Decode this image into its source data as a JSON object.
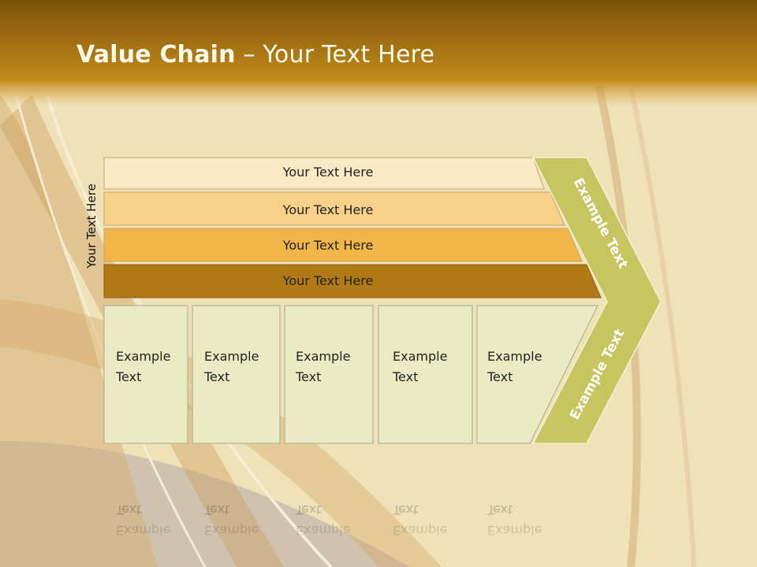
{
  "title": {
    "bold": "Value Chain",
    "rest": " – Your Text Here"
  },
  "vertical_label": "Your Text Here",
  "bars": [
    {
      "label": "Your Text Here",
      "color": "#fbe8c4"
    },
    {
      "label": "Your Text Here",
      "color": "#f7d08a"
    },
    {
      "label": "Your Text Here",
      "color": "#f0b648"
    },
    {
      "label": "Your Text Here",
      "color": "#b27a14"
    }
  ],
  "columns": [
    {
      "line1": "Example",
      "line2": "Text"
    },
    {
      "line1": "Example",
      "line2": "Text"
    },
    {
      "line1": "Example",
      "line2": "Text"
    },
    {
      "line1": "Example",
      "line2": "Text"
    },
    {
      "line1": "Example",
      "line2": "Text"
    }
  ],
  "chevron_top": "Example Text",
  "chevron_bottom": "Example Text",
  "colors": {
    "header": "#c1861a",
    "column_fill": "#ebebc3",
    "chevron": "#c6c55f"
  }
}
